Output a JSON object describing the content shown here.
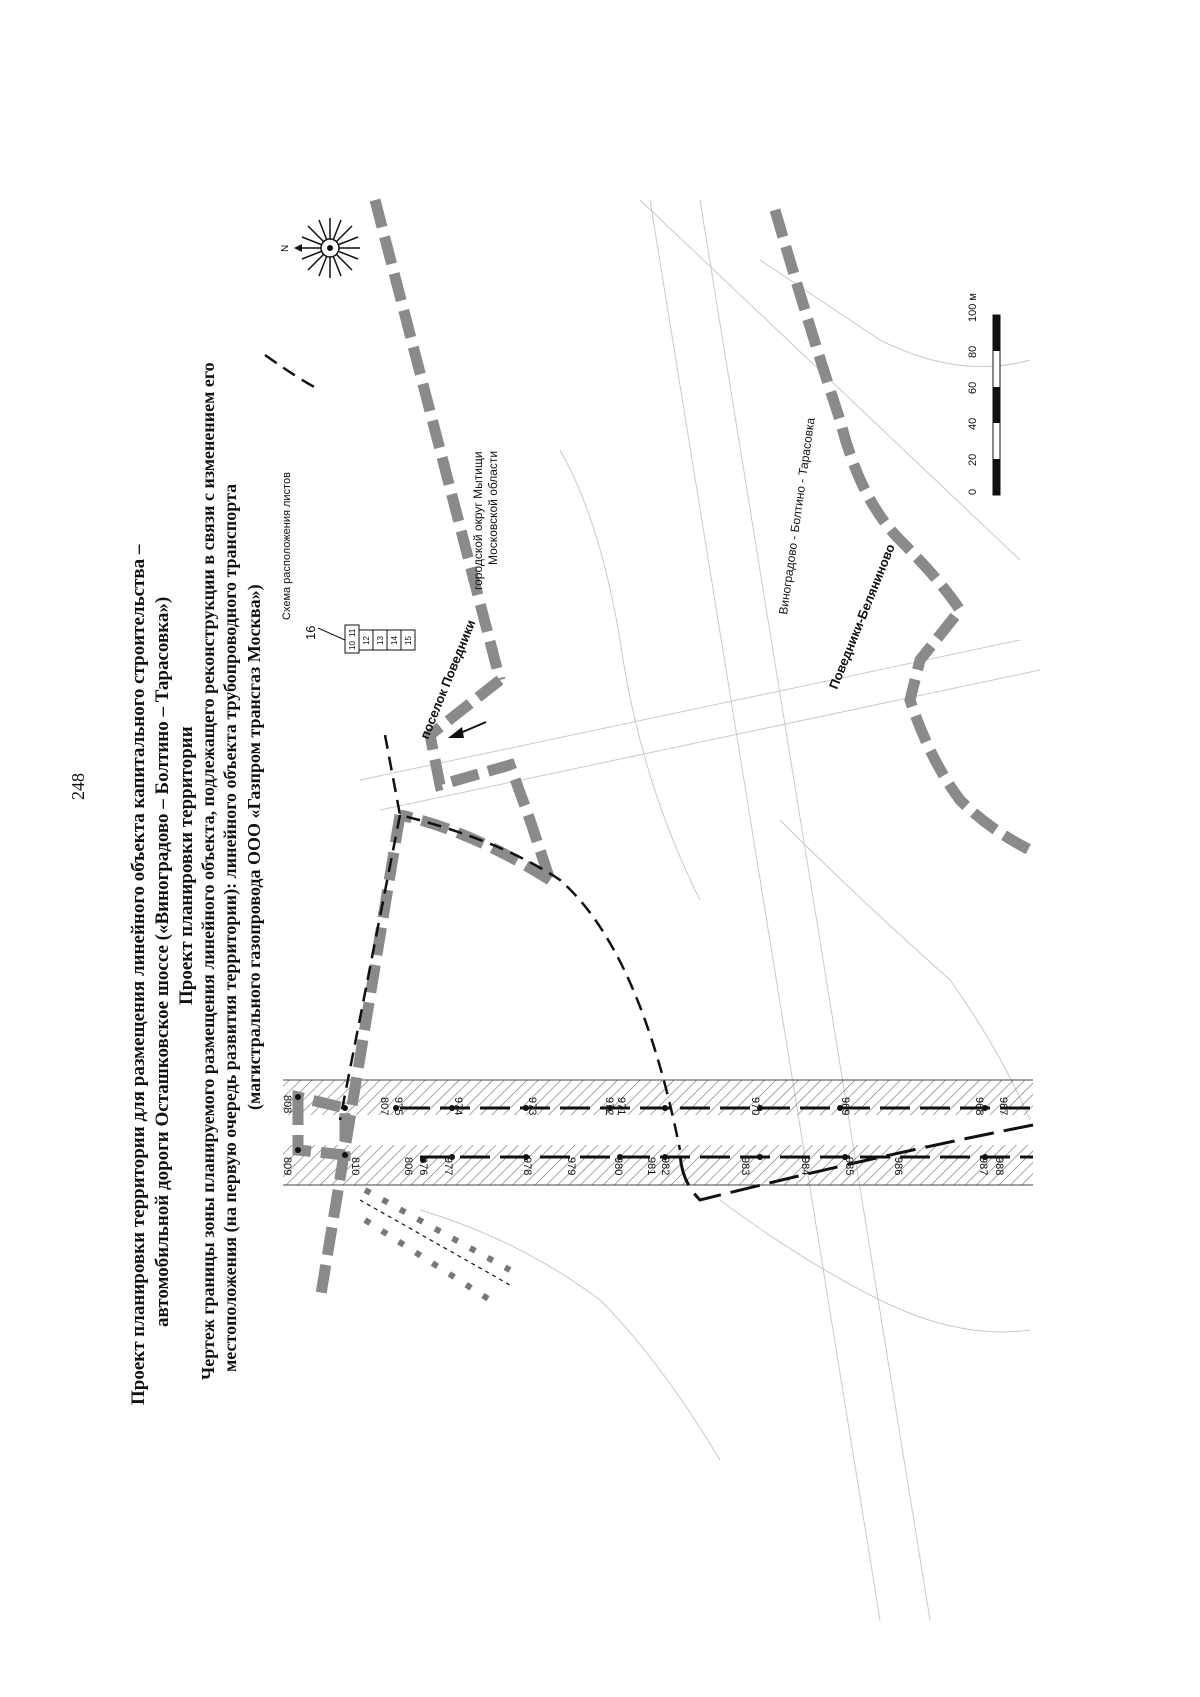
{
  "page_number": "248",
  "title": {
    "line1": "Проект планировки территории для размещения линейного объекта капитального строительства –",
    "line2": "автомобильной дороги Осташковское шоссе («Виноградово – Болтино – Тарасовка»)",
    "line3": "Проект планировки территории",
    "line4": "Чертеж границы зоны планируемого размещения линейного объекта, подлежащего реконструкции в связи с изменением его",
    "line5": "местоположения (на первую очередь развития территории): линейного объекта трубопроводного транспорта",
    "line6": "(магистрального газопровода ООО «Газпром трансгаз Москва»)"
  },
  "map": {
    "label_district": "городской округ Мытищи",
    "label_region": "Московской области",
    "label_village": "поселок Поведники",
    "label_road1": "Поведники-Беляниново",
    "label_road2": "Виноградово - Болтино - Тарасовка",
    "label_sheet_scheme": "Схема расположения листов",
    "sheet_number": "16",
    "sheet_cells": [
      "10",
      "11",
      "12",
      "13",
      "14",
      "15"
    ],
    "north_label": "N",
    "scale": {
      "ticks": [
        "0",
        "20",
        "40",
        "60",
        "80",
        "100 м"
      ]
    },
    "points_top": [
      "808",
      "807",
      "975",
      "974",
      "973",
      "972",
      "971",
      "970",
      "969",
      "968",
      "967"
    ],
    "points_bottom": [
      "809",
      "810",
      "806",
      "976",
      "977",
      "978",
      "979",
      "980",
      "981",
      "982",
      "983",
      "984",
      "985",
      "986",
      "987",
      "988"
    ],
    "colors": {
      "boundary": "#8a8a8a",
      "line": "#111111",
      "hatch": "#555555"
    }
  }
}
